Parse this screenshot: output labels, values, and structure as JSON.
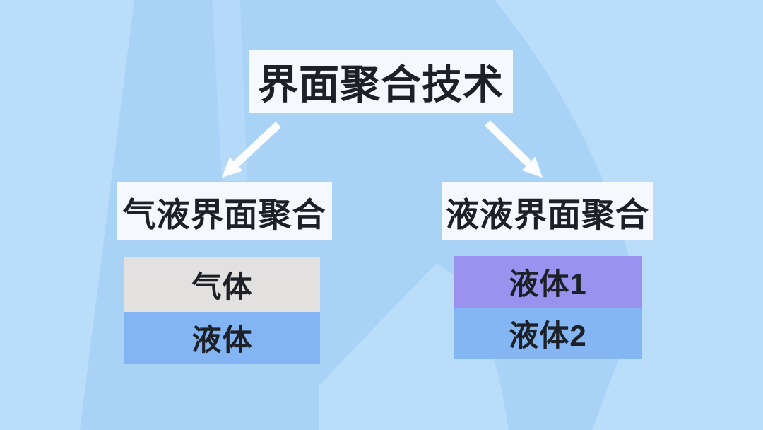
{
  "page": {
    "title_label": "界面聚合技术"
  },
  "branches": {
    "left": {
      "label": "气液界面聚合",
      "layers": [
        {
          "label": "气体",
          "color": "#e2e1df"
        },
        {
          "label": "液体",
          "color": "#83b5f4"
        }
      ]
    },
    "right": {
      "label": "液液界面聚合",
      "layers": [
        {
          "label": "液体1",
          "color": "#9b92f0"
        },
        {
          "label": "液体2",
          "color": "#85b6f4"
        }
      ]
    }
  },
  "icons": {
    "left_arrow": "arrow-down-left",
    "right_arrow": "arrow-down-right"
  },
  "colors": {
    "background_base": "#a8d3f7",
    "background_light": "#c0e0fb",
    "panel": "#f5f9fd",
    "text": "#1d2127",
    "arrow": "#fbfdff"
  }
}
